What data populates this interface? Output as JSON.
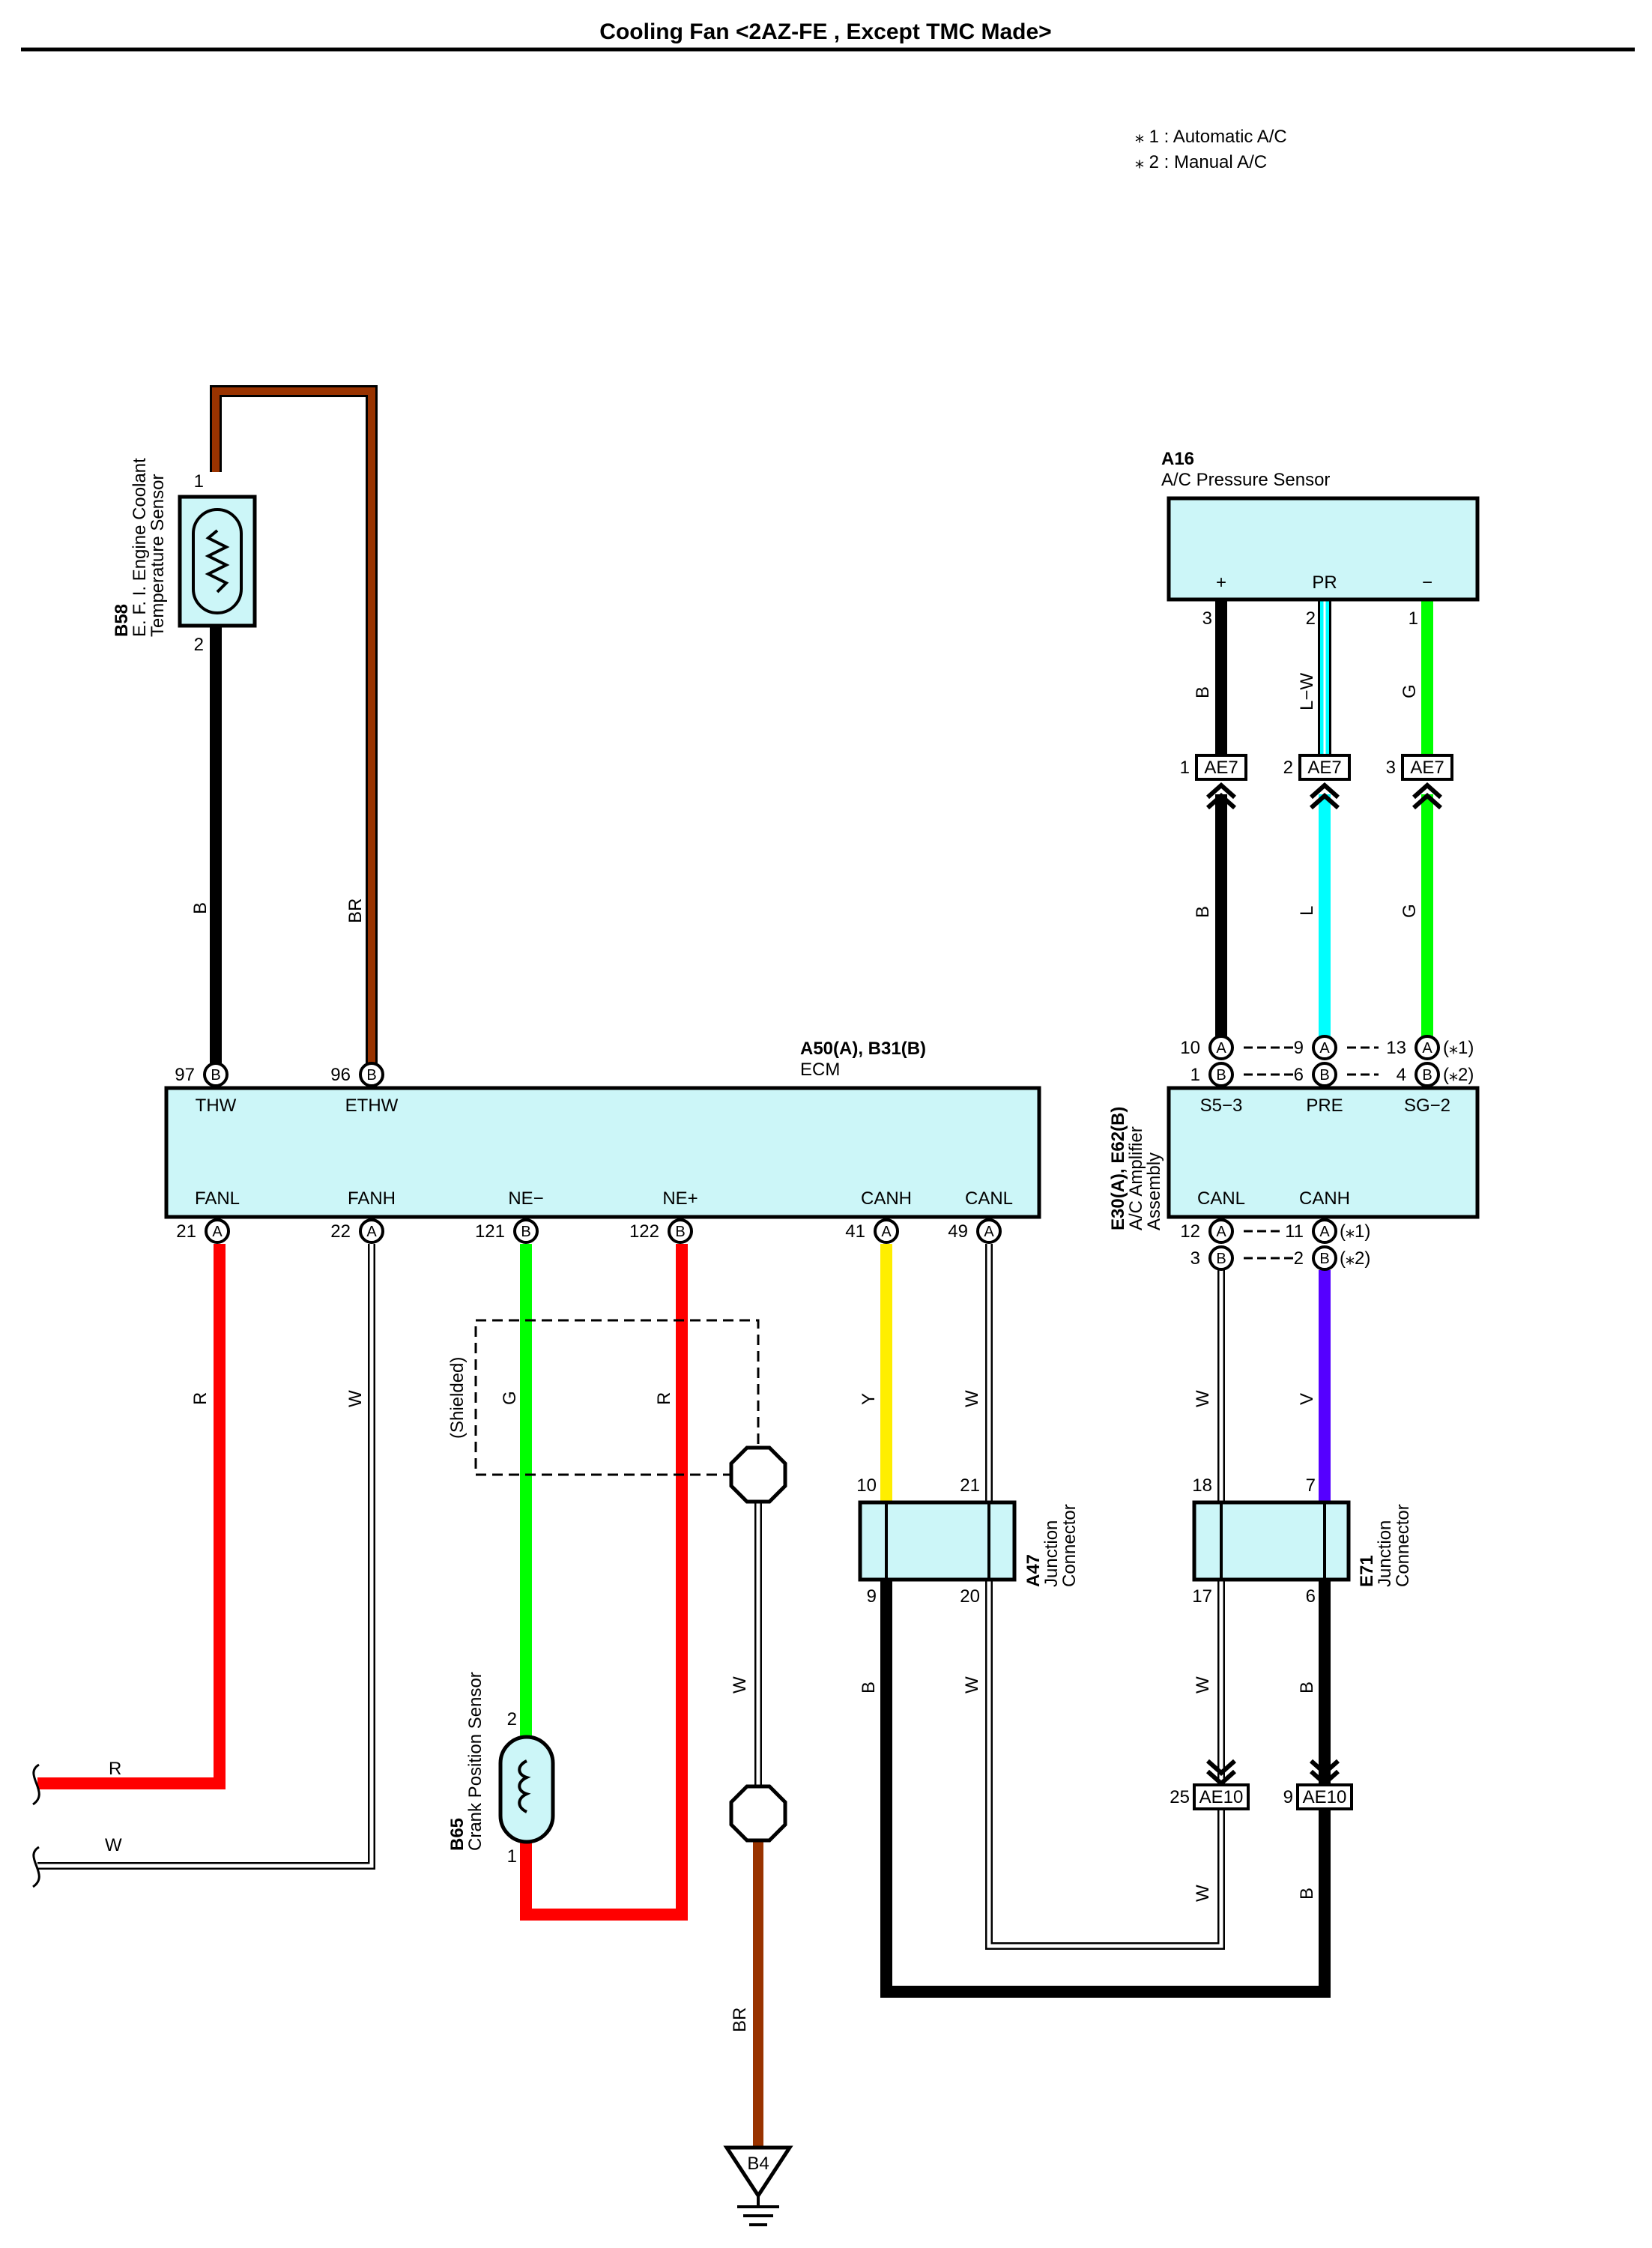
{
  "title": "Cooling Fan <2AZ-FE , Except TMC Made>",
  "notes": [
    "⁎ 1 : Automatic A/C",
    "⁎ 2 : Manual A/C"
  ],
  "colors": {
    "B": "#000000",
    "BR": "#993300",
    "R": "#ff0000",
    "W": "#ffffff",
    "G": "#00ff00",
    "Y": "#ffee00",
    "L": "#00ffff",
    "V": "#5500ff",
    "component_fill": "#ccf6f8"
  },
  "components": {
    "b58": {
      "code": "B58",
      "name1": "E. F. I.  Engine Coolant",
      "name2": "Temperature Sensor",
      "pin_top": "1",
      "pin_bottom": "2"
    },
    "a16": {
      "code": "A16",
      "name": "A/C Pressure Sensor",
      "term_plus": "+",
      "term_pr": "PR",
      "term_minus": "−",
      "pin_plus": "3",
      "pin_pr": "2",
      "pin_minus": "1"
    },
    "ecm": {
      "code": "A50(A), B31(B)",
      "name": "ECM",
      "top_terms": [
        {
          "label": "THW",
          "pin": "97",
          "conn": "B"
        },
        {
          "label": "ETHW",
          "pin": "96",
          "conn": "B"
        }
      ],
      "bottom_terms": [
        {
          "label": "FANL",
          "pin": "21",
          "conn": "A"
        },
        {
          "label": "FANH",
          "pin": "22",
          "conn": "A"
        },
        {
          "label": "NE−",
          "pin": "121",
          "conn": "B"
        },
        {
          "label": "NE+",
          "pin": "122",
          "conn": "B"
        },
        {
          "label": "CANH",
          "pin": "41",
          "conn": "A"
        },
        {
          "label": "CANL",
          "pin": "49",
          "conn": "A"
        }
      ]
    },
    "ac_amp": {
      "code": "E30(A), E62(B)",
      "name1": "A/C Amplifier",
      "name2": "Assembly",
      "top_terms": [
        "S5−3",
        "PRE",
        "SG−2"
      ],
      "top_pins_a": [
        "10",
        "9",
        "13"
      ],
      "top_pins_b": [
        "1",
        "6",
        "4"
      ],
      "bottom_terms": [
        "CANL",
        "CANH"
      ],
      "bottom_pins_a": [
        "12",
        "11"
      ],
      "bottom_pins_b": [
        "3",
        "2"
      ],
      "note1": "(⁎1)",
      "note2": "(⁎2)"
    },
    "a47": {
      "code": "A47",
      "name1": "Junction",
      "name2": "Connector",
      "pins_top": [
        "10",
        "21"
      ],
      "pins_bottom": [
        "9",
        "20"
      ]
    },
    "e71": {
      "code": "E71",
      "name1": "Junction",
      "name2": "Connector",
      "pins_top": [
        "18",
        "7"
      ],
      "pins_bottom": [
        "17",
        "6"
      ]
    },
    "b65": {
      "code": "B65",
      "name": "Crank Position Sensor",
      "pin_top": "2",
      "pin_bottom": "1"
    },
    "ground": {
      "code": "B4"
    }
  },
  "connectors": {
    "ae7": {
      "code": "AE7",
      "pins": [
        "1",
        "2",
        "3"
      ]
    },
    "ae10": {
      "code": "AE10",
      "pins": [
        "25",
        "9"
      ]
    }
  },
  "wire_labels": {
    "b58_ecm_b": "B",
    "b58_ecm_br": "BR",
    "fanl": "R",
    "fanh": "W",
    "ne_minus": "G",
    "ne_plus": "R",
    "shielded": "(Shielded)",
    "shield_w": "W",
    "shield_br": "BR",
    "canh_ecm": "Y",
    "canl_ecm": "W",
    "a47_b": "B",
    "a47_w": "W",
    "a16_b": "B",
    "a16_lw": "L−W",
    "a16_g": "G",
    "ae7_b": "B",
    "ae7_l": "L",
    "ae7_g": "G",
    "amp_canl": "W",
    "amp_canh": "V",
    "e71_w": "W",
    "e71_b": "B",
    "ae10_w": "W",
    "ae10_b": "B",
    "left_r": "R",
    "left_w": "W"
  }
}
